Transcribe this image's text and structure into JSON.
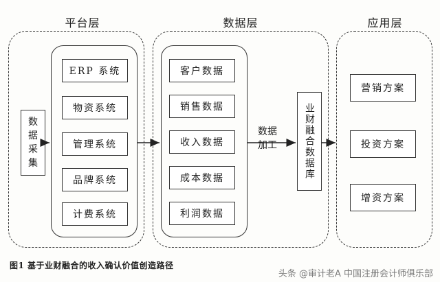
{
  "layers": {
    "platform": "平台层",
    "data": "数据层",
    "application": "应用层"
  },
  "collection": "数据采集",
  "platform_items": [
    "ERP 系统",
    "物资系统",
    "管理系统",
    "品牌系统",
    "计费系统"
  ],
  "data_items": [
    "客户数据",
    "销售数据",
    "收入数据",
    "成本数据",
    "利润数据"
  ],
  "processing": "数据加工",
  "database": "业财融合数据库",
  "application_items": [
    "营销方案",
    "投资方案",
    "增资方案"
  ],
  "caption": "图1   基于业财融合的收入确认价值创造路径",
  "watermark": "头条 @审计老A  中国注册会计师俱乐部"
}
